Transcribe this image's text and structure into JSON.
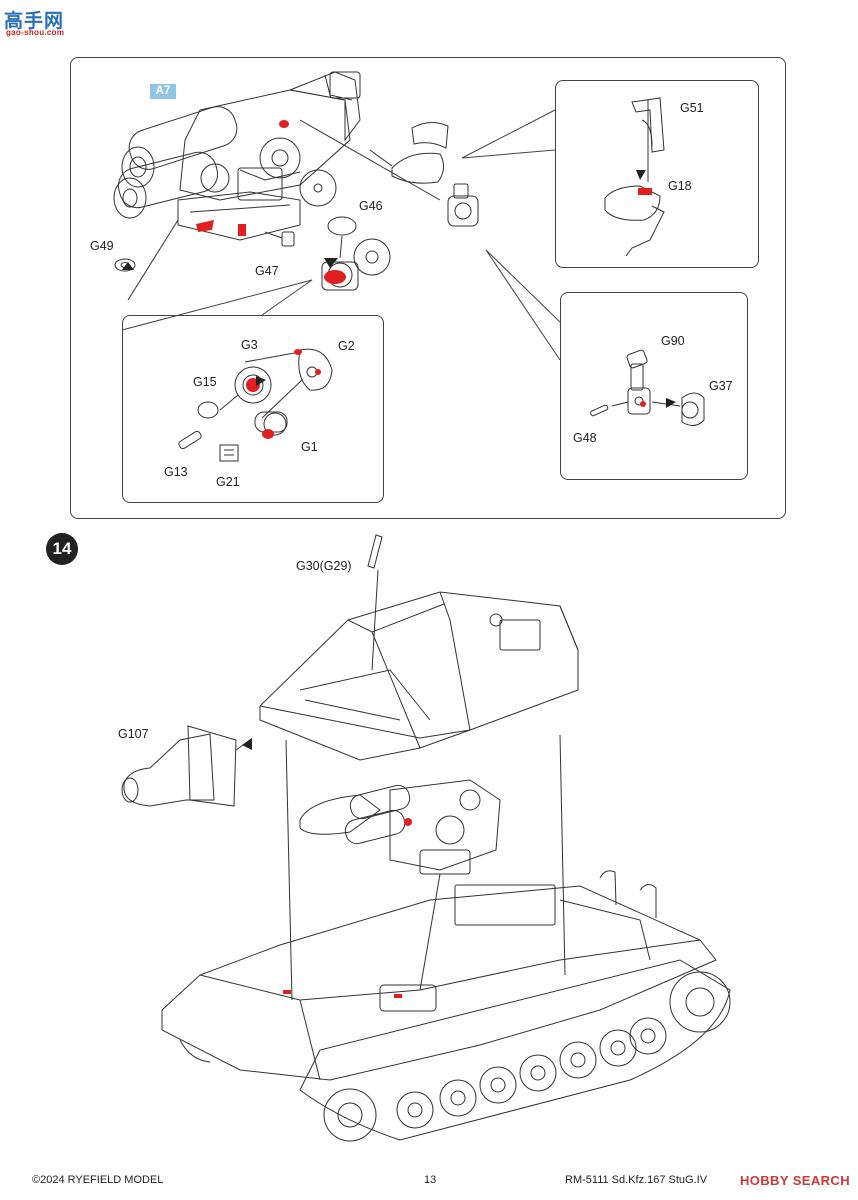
{
  "watermark": {
    "logo_text": "高手网",
    "url": "gao-shou.com"
  },
  "step13": {
    "tag": "A7",
    "parts": [
      "G46",
      "G47",
      "G49"
    ],
    "detail_parts": [
      "G3",
      "G2",
      "G15",
      "G1",
      "G13",
      "G21"
    ],
    "callout_top_parts": [
      "G51",
      "G18"
    ],
    "callout_bottom_parts": [
      "G90",
      "G37",
      "G48"
    ]
  },
  "step14": {
    "number": "14",
    "parts": [
      "G30(G29)",
      "G107"
    ]
  },
  "footer": {
    "copyright": "©2024 RYEFIELD MODEL",
    "page_number": "13",
    "product_code": "RM-5111 Sd.Kfz.167 StuG.IV",
    "hs_logo": "HOBBY SEARCH"
  },
  "colors": {
    "highlight": "#e02020",
    "tag_blue": "#8fc6e6",
    "line": "#444444"
  }
}
